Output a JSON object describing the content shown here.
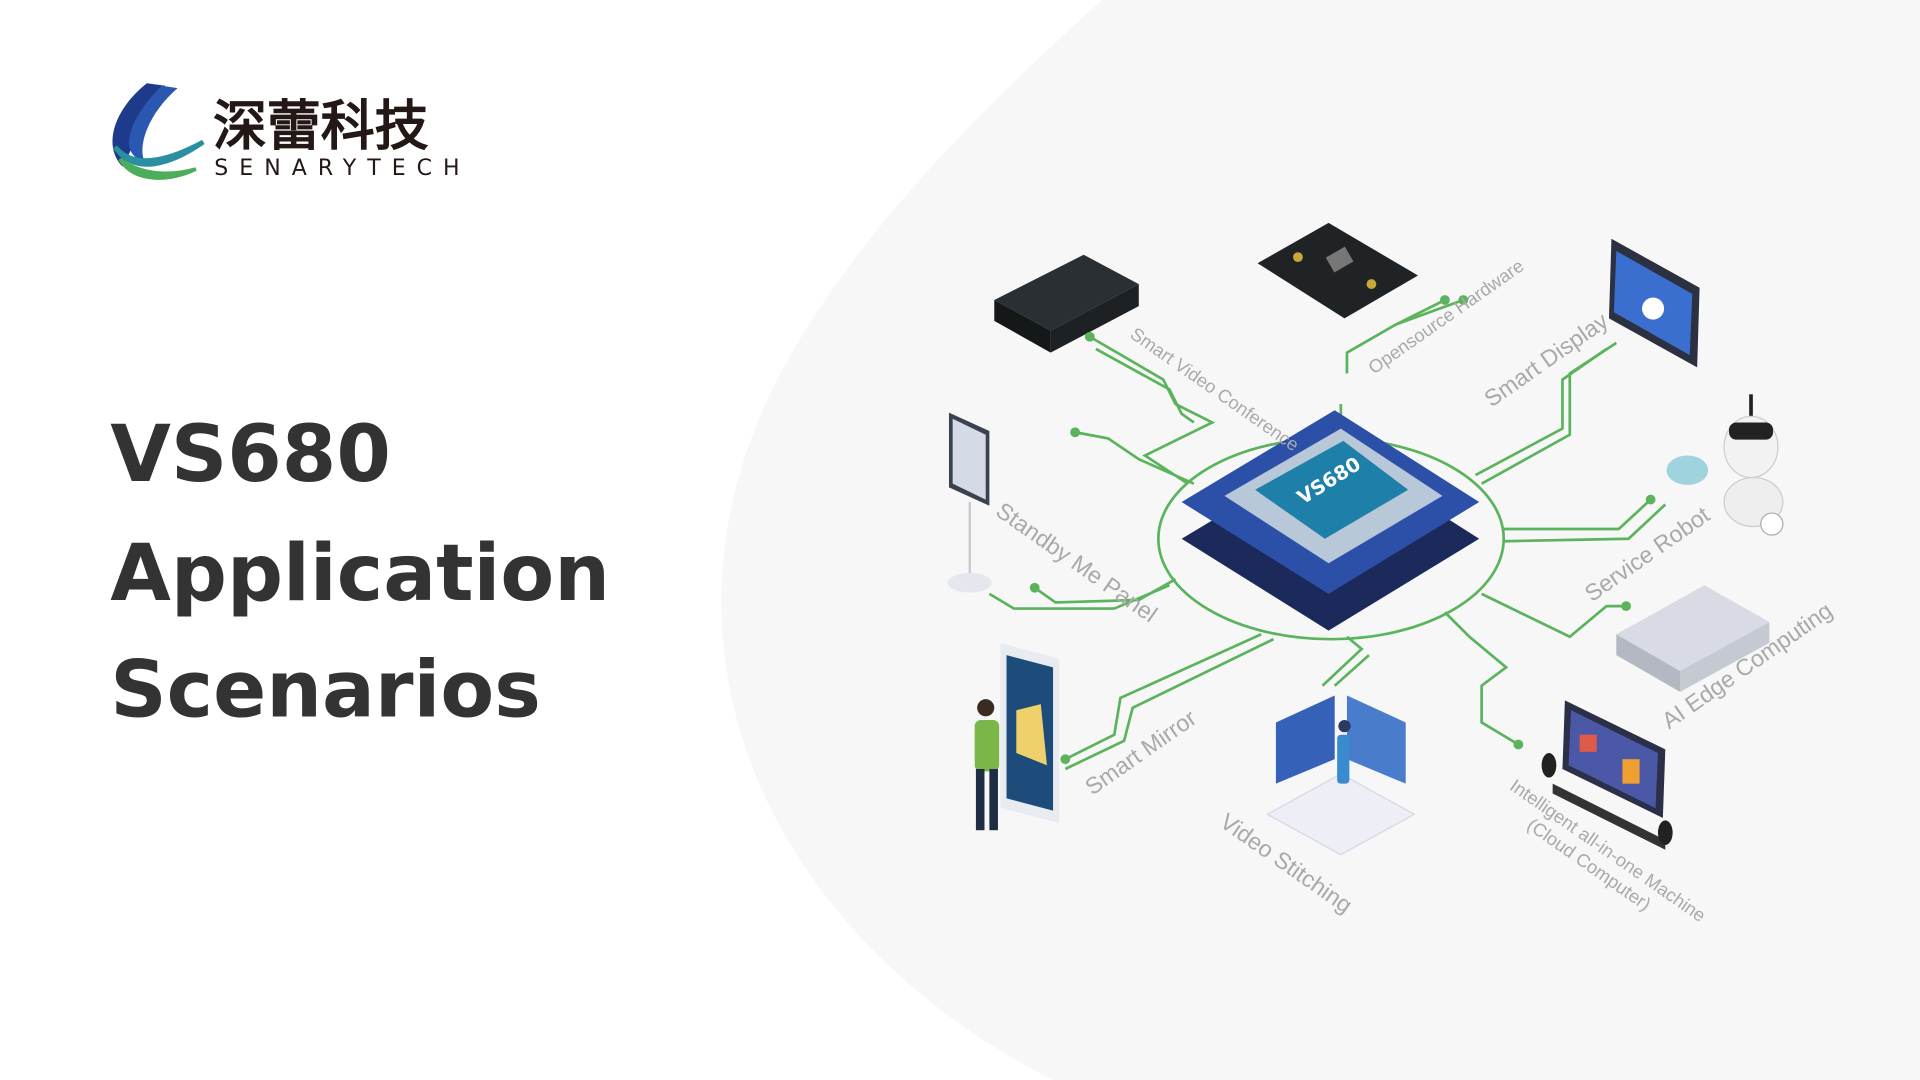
{
  "logo": {
    "chinese": "深蕾科技",
    "english": "SENARYTECH"
  },
  "title": {
    "lines": [
      "VS680",
      "Application",
      "Scenarios"
    ]
  },
  "chip": {
    "label": "VS680"
  },
  "scenarios": {
    "smart_video_conference": "Smart Video Conference",
    "opensource_hardware": "Opensource Hardware",
    "smart_display": "Smart Display",
    "standby_me_panel": "Standby Me Panel",
    "service_robot": "Service Robot",
    "ai_edge_computing": "AI Edge Computing",
    "smart_mirror": "Smart Mirror",
    "video_stitching": "Video Stitching",
    "all_in_one_line1": "Intelligent all-in-one Machine",
    "all_in_one_line2": "(Cloud Computer)"
  },
  "colors": {
    "accent_green": "#5bb35d",
    "chip_blue": "#2c4fa8",
    "title": "#333333",
    "label": "#a9a9a9"
  }
}
